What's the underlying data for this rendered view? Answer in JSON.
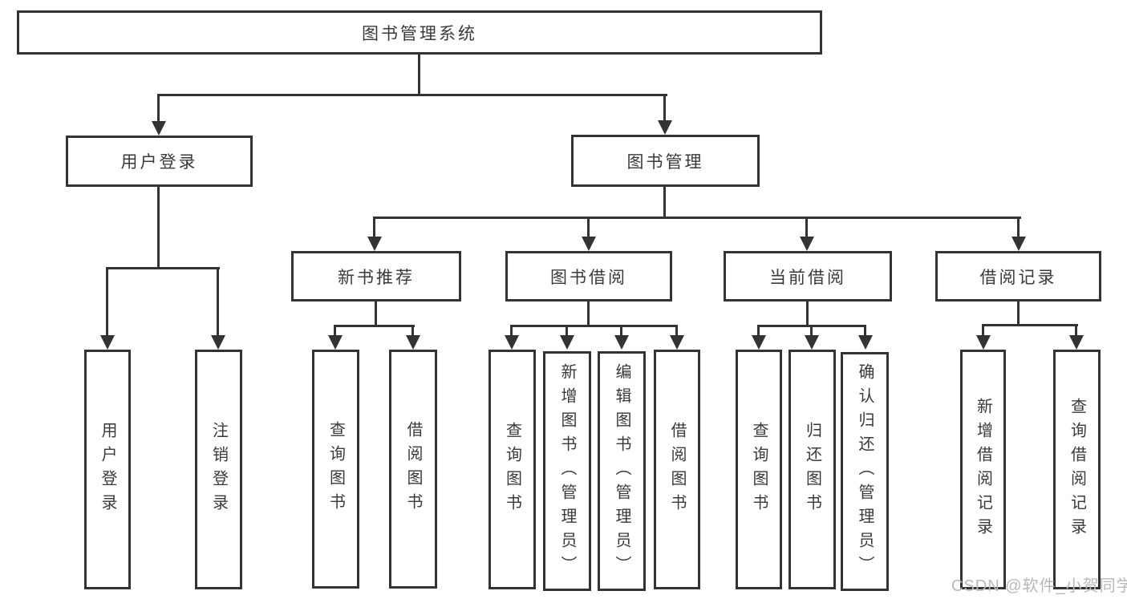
{
  "diagram": {
    "root": {
      "label": "图书管理系统"
    },
    "branches": [
      {
        "label": "用户登录",
        "children": [
          {
            "label": "用户登录"
          },
          {
            "label": "注销登录"
          }
        ]
      },
      {
        "label": "图书管理",
        "groups": [
          {
            "label": "新书推荐",
            "children": [
              {
                "label": "查询图书"
              },
              {
                "label": "借阅图书"
              }
            ]
          },
          {
            "label": "图书借阅",
            "children": [
              {
                "label": "查询图书"
              },
              {
                "label": "新增图书（管理员）"
              },
              {
                "label": "编辑图书（管理员）"
              },
              {
                "label": "借阅图书"
              }
            ]
          },
          {
            "label": "当前借阅",
            "children": [
              {
                "label": "查询图书"
              },
              {
                "label": "归还图书"
              },
              {
                "label": "确认归还（管理员）"
              }
            ]
          },
          {
            "label": "借阅记录",
            "children": [
              {
                "label": "新增借阅记录"
              },
              {
                "label": "查询借阅记录"
              }
            ]
          }
        ]
      }
    ]
  },
  "watermark": "CSDN @软件_小贺同学",
  "colors": {
    "line": "#333333",
    "text": "#3a3a3a",
    "watermark": "#b9b9b9",
    "background": "#ffffff"
  }
}
